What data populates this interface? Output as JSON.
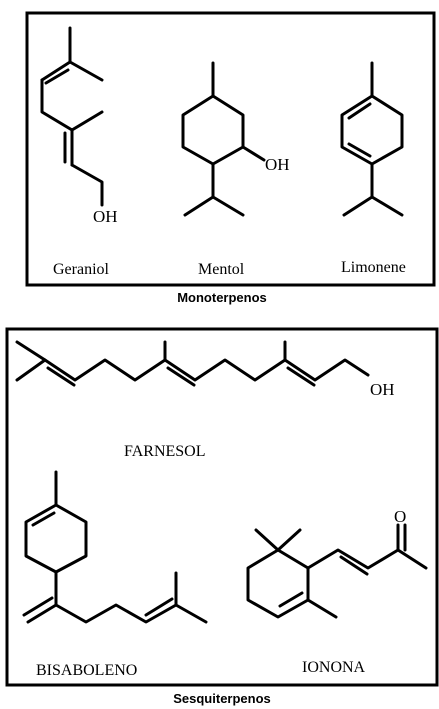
{
  "monoterpenos": {
    "caption": "Monoterpenos",
    "geraniol": {
      "name": "Geraniol",
      "oh": "OH"
    },
    "mentol": {
      "name": "Mentol",
      "oh": "OH"
    },
    "limonene": {
      "name": "Limonene"
    }
  },
  "sesquiterpenos": {
    "caption": "Sesquiterpenos",
    "farnesol": {
      "name": "FARNESOL",
      "oh": "OH"
    },
    "bisaboleno": {
      "name": "BISABOLENO"
    },
    "ionona": {
      "name": "IONONA",
      "o": "O"
    }
  }
}
